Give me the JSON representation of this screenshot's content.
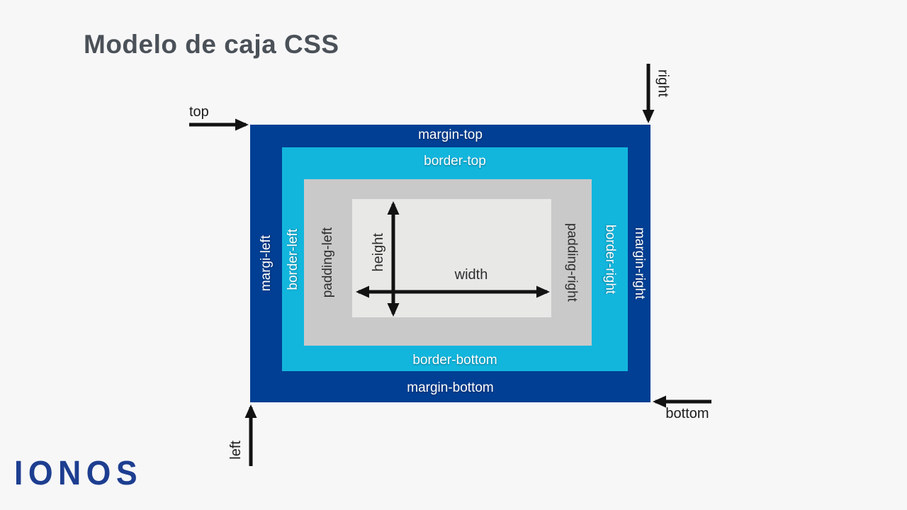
{
  "title": "Modelo de caja CSS",
  "logo_text": "IONOS",
  "colors": {
    "background": "#f7f7f8",
    "margin_box": "#003f94",
    "border_box": "#12b6dd",
    "padding_box": "#c9c9c9",
    "content_box": "#e8e8e7",
    "arrow": "#121212",
    "title_text": "#4b5158",
    "logo_blue": "#1d3e90"
  },
  "box_labels": {
    "margin_top": "margin-top",
    "margin_left": "margi-left",
    "margin_right": "margin-right",
    "margin_bottom": "margin-bottom",
    "border_top": "border-top",
    "border_left": "border-left",
    "border_right": "border-right",
    "border_bottom": "border-bottom",
    "padding_left": "padding-left",
    "padding_right": "padding-right",
    "width": "width",
    "height": "height"
  },
  "position_labels": {
    "top": "top",
    "right": "right",
    "bottom": "bottom",
    "left": "left"
  }
}
